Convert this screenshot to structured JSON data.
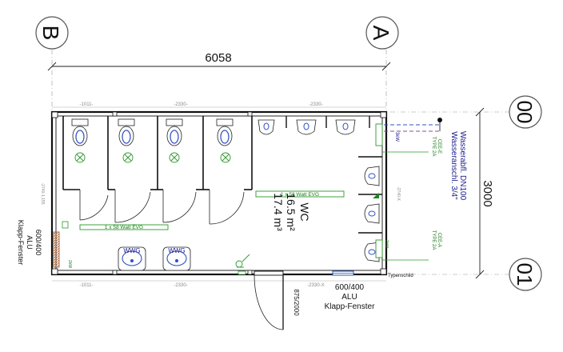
{
  "axes": {
    "b": "B",
    "a": "A",
    "r00": "00",
    "r01": "01"
  },
  "dims": {
    "overall_width": "6058",
    "overall_depth": "3000",
    "top_1": "-1011-",
    "top_2": "-2330-",
    "top_3": "-2330-",
    "bot_1": "-1011-",
    "bot_2": "-2330-",
    "bot_3": "-2330-X",
    "left_side": "-2740-1.155",
    "right_side": "-2740-X"
  },
  "room": {
    "name": "WC",
    "area": "16.5 m²",
    "volume": "17.4 m³"
  },
  "lights": {
    "light_1": "1 x 58 Watt   EVG",
    "light_2": "1 x 58 Watt   EVG"
  },
  "window_left": {
    "size": "600/400",
    "material": "ALU",
    "type": "Klapp-Fenster"
  },
  "window_bottom": {
    "size": "600/400",
    "material": "ALU",
    "type": "Klapp-Fenster"
  },
  "door": {
    "size": "875/2000"
  },
  "water": {
    "line1": "Wasseranschl. 3/4\"",
    "line2": "Wasserabfl. DN100"
  },
  "sockets": {
    "cee_top_1": "CEE-E",
    "cee_top_2": "TYPE 2A",
    "cee_bot_1": "CEE-A",
    "cee_bot_2": "TYPE 2A",
    "boiler": "3kW",
    "heater": "2kW"
  },
  "labels": {
    "typeplate": "Typenschild",
    "basin_1": "WWG",
    "basin_2": "WWG"
  }
}
